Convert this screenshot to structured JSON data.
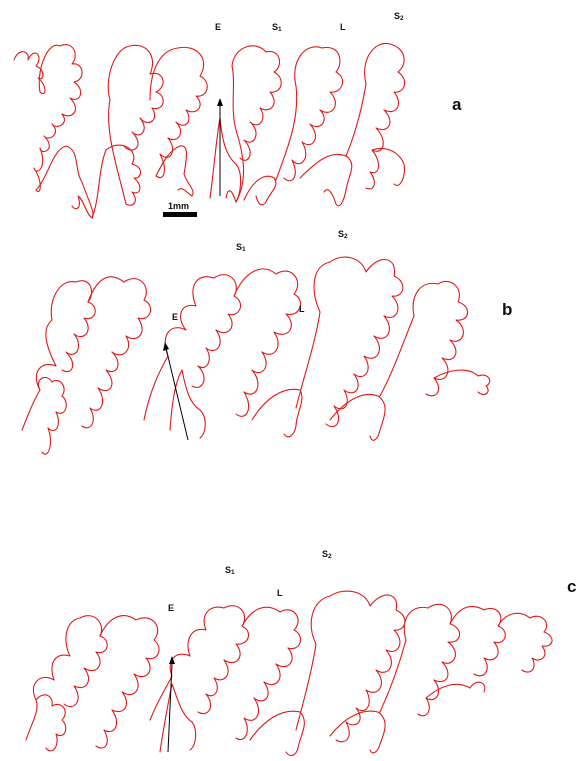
{
  "colors": {
    "suture": "#e01919",
    "ink": "#111111",
    "background": "#ffffff"
  },
  "scale_bar": {
    "label": "1mm"
  },
  "panels": [
    {
      "id": "a",
      "label": "a",
      "saddle_labels": {
        "E": "E",
        "S1": "S",
        "S1_sub": "1",
        "L": "L",
        "S2": "S",
        "S2_sub": "2"
      }
    },
    {
      "id": "b",
      "label": "b",
      "saddle_labels": {
        "E": "E",
        "S1": "S",
        "S1_sub": "1",
        "L": "L",
        "S2": "S",
        "S2_sub": "2"
      }
    },
    {
      "id": "c",
      "label": "c",
      "saddle_labels": {
        "E": "E",
        "S1": "S",
        "S1_sub": "1",
        "L": "L",
        "S2": "S",
        "S2_sub": "2"
      }
    }
  ]
}
